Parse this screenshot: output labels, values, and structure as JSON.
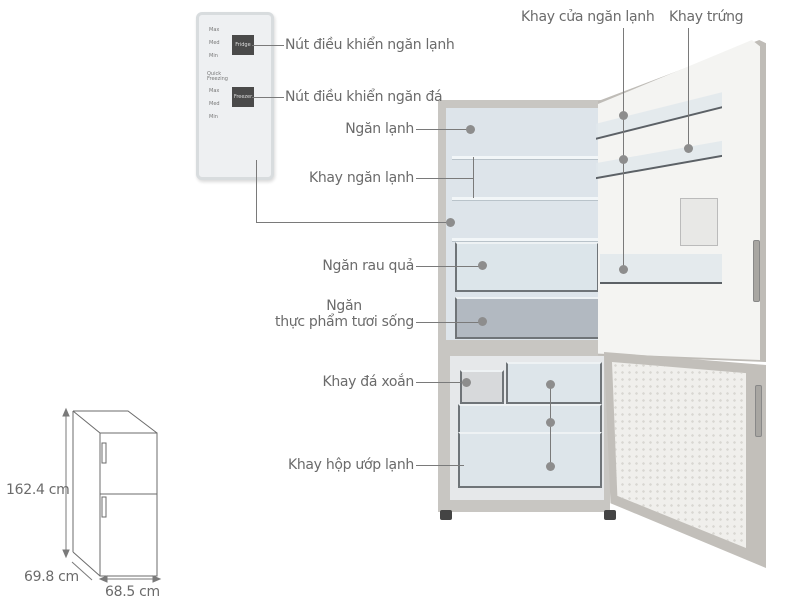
{
  "control_panel": {
    "fridge_levels": [
      "Max",
      "Med",
      "Min"
    ],
    "fridge_button": "Fridge",
    "freezer_levels": [
      "Quick Freezing",
      "Max",
      "Med",
      "Min"
    ],
    "freezer_button": "Freezer"
  },
  "callouts": {
    "fridge_control": "Nút điều khiển ngăn lạnh",
    "freezer_control": "Nút điều khiển ngăn đá",
    "fridge_compartment": "Ngăn lạnh",
    "fridge_shelf": "Khay ngăn lạnh",
    "vegetable_drawer": "Ngăn rau quả",
    "fresh_food_line1": "Ngăn",
    "fresh_food_line2": "thực phẩm tươi sống",
    "twist_ice_tray": "Khay đá xoắn",
    "freezer_boxes": "Khay hộp ướp lạnh",
    "door_tray": "Khay cửa ngăn lạnh",
    "egg_tray": "Khay trứng"
  },
  "dimensions": {
    "height": "162.4 cm",
    "depth": "69.8 cm",
    "width": "68.5 cm"
  },
  "colors": {
    "label_text": "#6b6b6b",
    "leader_line": "#7a7a7a",
    "background": "#ffffff"
  }
}
